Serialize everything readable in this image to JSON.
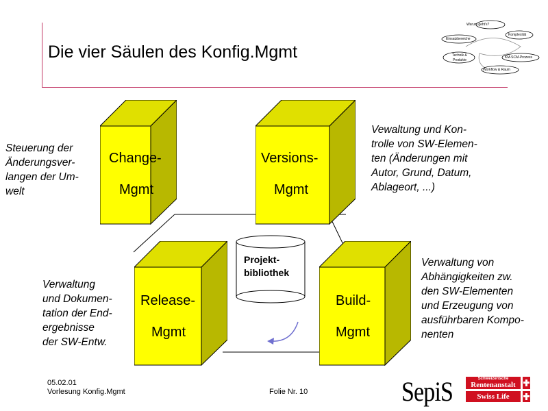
{
  "slide": {
    "title": "Die vier Säulen des Konfig.Mgmt",
    "left_text_top": [
      "Steuerung der",
      "Änderungsver-",
      "langen der Um-",
      "welt"
    ],
    "left_text_bottom": [
      "Verwaltung",
      "und Dokumen-",
      "tation der End-",
      "ergebnisse",
      "der SW-Entw."
    ],
    "right_text_top": [
      "Vewaltung und Kon-",
      "trolle von SW-Elemen-",
      "ten (Änderungen mit",
      "Autor, Grund, Datum,",
      "Ablageort, ...)"
    ],
    "right_text_bottom": [
      "Verwaltung von",
      "Abhängigkeiten zw.",
      "den SW-Elementen",
      "und Erzeugung von",
      "ausführbaren Kompo-",
      "nenten"
    ]
  },
  "pillars": {
    "change": {
      "line1": "Change-",
      "line2": "Mgmt"
    },
    "versions": {
      "line1": "Versions-",
      "line2": "Mgmt"
    },
    "release": {
      "line1": "Release-",
      "line2": "Mgmt"
    },
    "build": {
      "line1": "Build-",
      "line2": "Mgmt"
    }
  },
  "library": {
    "line1": "Projekt-",
    "line2": "bibliothek"
  },
  "mini_diagram": {
    "top": "Warum geht's?",
    "komplexitaet": "Komplexität",
    "einsatzbereiche": "Einsatzbereiche",
    "technik_line1": "Technik &",
    "technik_line2": "Produkte",
    "kms": "KM-SCM-Prozess",
    "workflow": "Workflow & Raum"
  },
  "footer": {
    "date": "05.02.01",
    "course": "Vorlesung Konfig.Mgmt",
    "folie": "Folie Nr. 10"
  },
  "logos": {
    "sepis": "SepiS",
    "rentenanstalt_small": "Schweizerische",
    "rentenanstalt": "Rentenanstalt",
    "swisslife": "Swiss Life"
  },
  "colors": {
    "cube_front": "#ffff00",
    "cube_side": "#b8b800",
    "cube_top": "#e0e000",
    "accent_line": "#c03060",
    "logo_red": "#d01020"
  }
}
